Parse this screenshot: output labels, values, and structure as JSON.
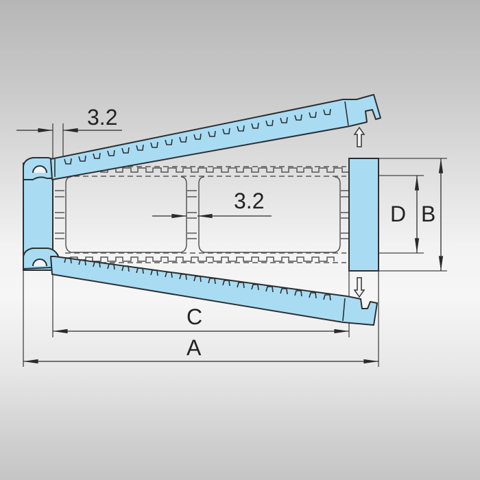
{
  "diagram": {
    "type": "technical dimension drawing",
    "subject": "cable carrier chain link cross-section with opening crossbars",
    "colors": {
      "part_fill": "#a9dcf2",
      "outline": "#2b2f33",
      "dim_line": "#333333",
      "hidden_line": "#555555"
    },
    "dimensions": {
      "top_wall_thickness": "3.2",
      "divider_thickness": "3.2",
      "inner_height": "D",
      "outer_height": "B",
      "inner_width": "C",
      "outer_width": "A"
    },
    "annotations": {
      "open_up_arrow": "arrow-up",
      "open_down_arrow": "arrow-down"
    }
  }
}
